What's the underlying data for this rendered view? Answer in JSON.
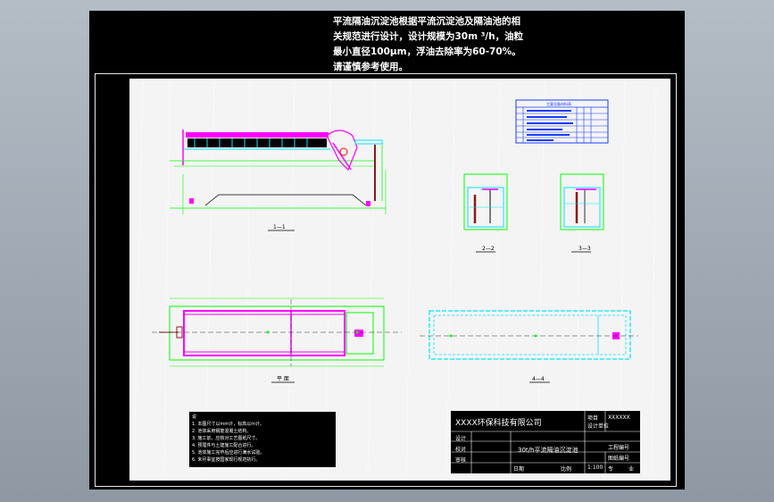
{
  "header": {
    "intro_lines": [
      "平流隔油沉淀池根据平流沉淀池及隔油池的相",
      "关规范进行设计，设计规模为30m ³/h，油粒",
      "最小直径100μm，浮油去除率为60-70%。",
      "请谨慎参考使用。"
    ]
  },
  "drawing": {
    "view_labels": {
      "elevation": "1—1",
      "section_a": "2—2",
      "section_b": "3—3",
      "plan_top": "平 面",
      "plan_bottom": "4—4"
    },
    "equipment_table": {
      "title": "主要设备材料表"
    },
    "notes": {
      "title": "说",
      "lines": [
        "1. 本图尺寸以mm计，标高以m计。",
        "2. 池体采用钢筋混凝土结构。",
        "3. 施工前，应核对工艺图纸尺寸。",
        "4. 预埋件与土建施工配合进行。",
        "5. 池体施工完毕后应进行满水试验。",
        "6. 未尽事宜按国家现行规范执行。"
      ]
    }
  },
  "title_block": {
    "company": "XXXX环保科技有限公司",
    "drawing_name": "30t/h平流隔油沉淀池",
    "labels": {
      "design": "设计",
      "check": "校对",
      "review": "审核",
      "date": "日期",
      "scale": "比例",
      "scale_value": "1:100",
      "major": "专",
      "major_value": "业",
      "project_no": "工程编号",
      "drawing_no": "图纸编号",
      "project": "项目",
      "project_value": "XXXXXX",
      "unit": "设计单位"
    }
  },
  "colors": {
    "magenta": "#ff00ff",
    "green": "#00ff00",
    "cyan": "#00e5ff",
    "red": "#ff0000",
    "dark_red": "#8b1a1a",
    "black": "#000000",
    "sheet": "#f4f4f4",
    "blue": "#1a3cff"
  }
}
